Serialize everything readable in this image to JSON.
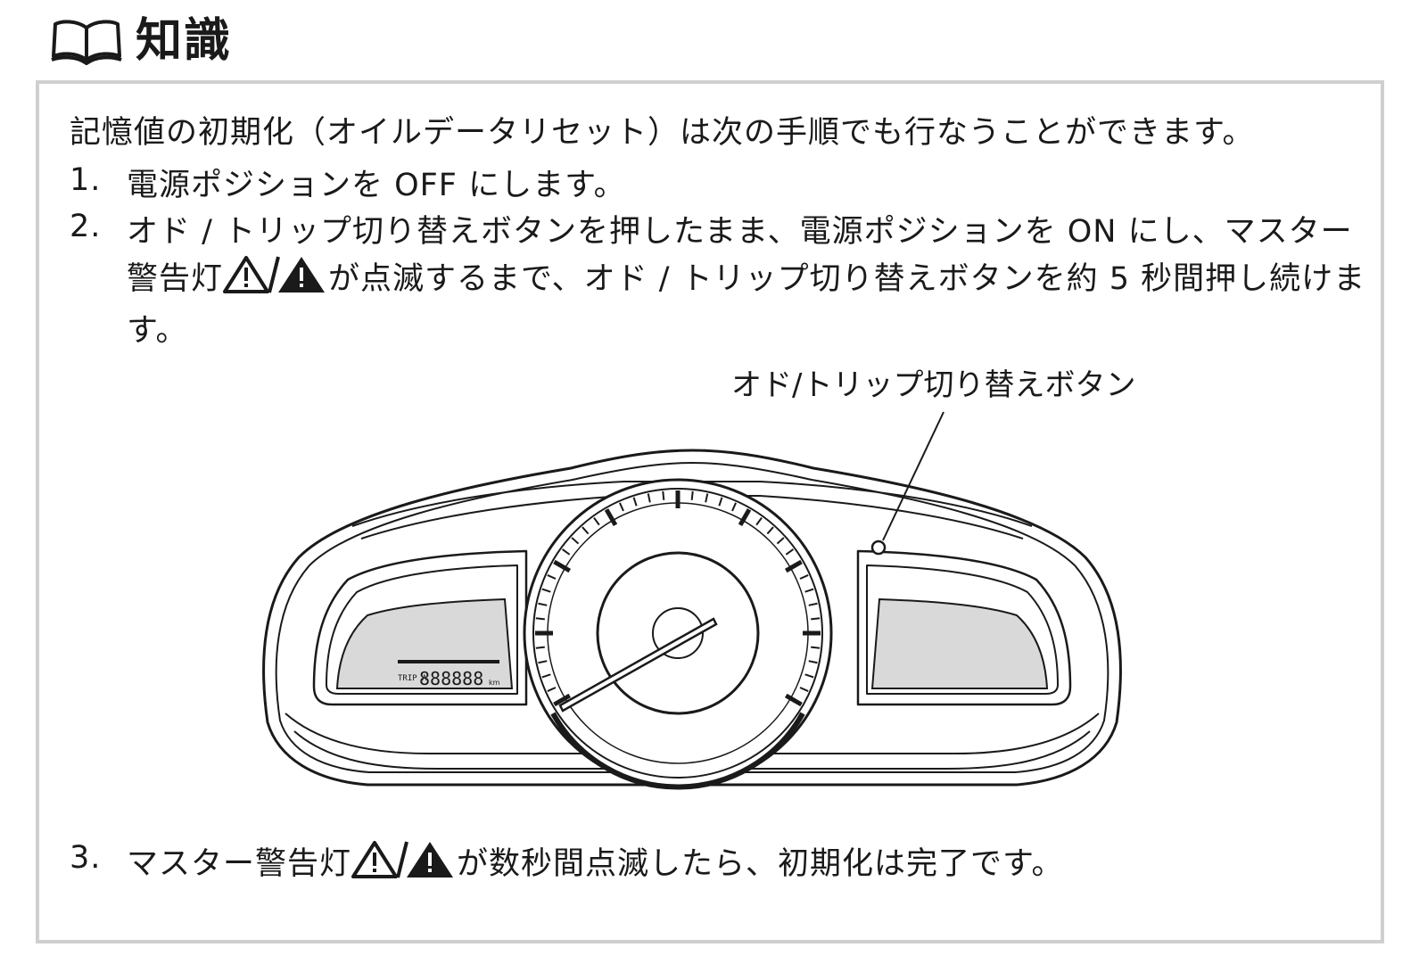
{
  "header": {
    "title": "知識",
    "icon": "open-book-icon"
  },
  "intro": "記憶値の初期化（オイルデータリセット）は次の手順でも行なうことができます。",
  "steps": [
    {
      "num": "1.",
      "text": "電源ポジションを OFF にします。"
    },
    {
      "num": "2.",
      "before": "オド / トリップ切り替えボタンを押したまま、電源ポジションを ON にし、マスター警告灯",
      "after": "が点滅するまで、オド / トリップ切り替えボタンを約 5 秒間押し続けます。"
    },
    {
      "num": "3.",
      "before": "マスター警告灯",
      "after": "が数秒間点滅したら、初期化は完了です。"
    }
  ],
  "diagram": {
    "callout_label": "オド/トリップ切り替えボタン",
    "lcd_label": "TRIP A",
    "lcd_digits": "888888",
    "lcd_unit": "km"
  },
  "icons": {
    "warning_outline": "warning-outline-icon",
    "warning_filled": "warning-filled-icon"
  }
}
